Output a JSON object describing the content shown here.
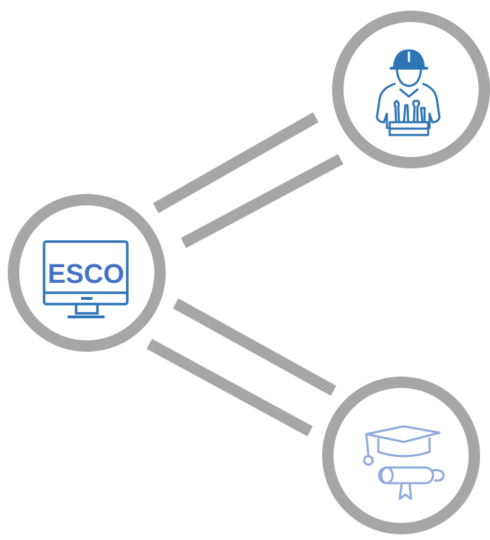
{
  "diagram": {
    "center_node": {
      "label": "ESCO",
      "icon": "computer-monitor-icon"
    },
    "top_node": {
      "icon": "worker-with-hard-hat-and-tools-icon"
    },
    "bottom_node": {
      "icon": "graduation-cap-and-diploma-icon"
    },
    "connectors": [
      "center-to-top",
      "center-to-bottom"
    ],
    "colors": {
      "ring": "#a6a6a6",
      "connector": "#a6a6a6",
      "esco_icon": "#2e75b6",
      "esco_text": "#4472c4",
      "worker_icon": "#2e75b6",
      "education_icon": "#8faadc"
    }
  }
}
